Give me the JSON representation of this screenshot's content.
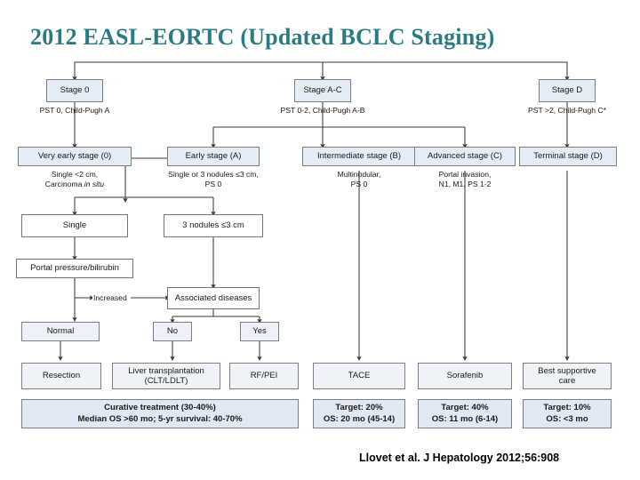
{
  "title": "2012 EASL-EORTC (Updated BCLC Staging)",
  "citation": "Llovet et al. J Hepatology 2012;56:908",
  "colors": {
    "title": "#2c7b84",
    "node_fill": "#eef2f8",
    "stage_fill": "#e4ecf6",
    "outcome_fill": "#dfe8f3",
    "border": "#7b7f88",
    "connector": "#3a3a3a"
  },
  "stage_row": [
    {
      "label": "Stage 0",
      "caption": "PST 0, Child-Pugh A"
    },
    {
      "label": "Stage A-C",
      "caption": "PST 0-2, Child-Pugh A-B"
    },
    {
      "label": "Stage D",
      "caption": "PST >2, Child-Pugh C*"
    }
  ],
  "bclc_row": [
    {
      "label": "Very early stage (0)",
      "caption_l1": "Single <2 cm,",
      "caption_l2": "Carcinoma in situ"
    },
    {
      "label": "Early stage (A)",
      "caption_l1": "Single or 3 nodules ≤3 cm,",
      "caption_l2": "PS 0"
    },
    {
      "label": "Intermediate stage (B)",
      "caption_l1": "Multinodular,",
      "caption_l2": "PS 0"
    },
    {
      "label": "Advanced stage (C)",
      "caption_l1": "Portal invasion,",
      "caption_l2": "N1, M1, PS 1-2"
    },
    {
      "label": "Terminal stage (D)",
      "caption_l1": "",
      "caption_l2": ""
    }
  ],
  "decision_nodes": {
    "single": "Single",
    "three_nodules": "3 nodules ≤3 cm",
    "portal_pressure": "Portal pressure/bilirubin",
    "associated_diseases": "Associated diseases",
    "increased_label": "Increased",
    "normal": "Normal",
    "no": "No",
    "yes": "Yes"
  },
  "treatments": [
    {
      "l1": "Resection",
      "l2": ""
    },
    {
      "l1": "Liver transplantation",
      "l2": "(CLT/LDLT)"
    },
    {
      "l1": "RF/PEI",
      "l2": ""
    },
    {
      "l1": "TACE",
      "l2": ""
    },
    {
      "l1": "Sorafenib",
      "l2": ""
    },
    {
      "l1": "Best supportive",
      "l2": "care"
    }
  ],
  "outcomes": [
    {
      "l1": "Curative treatment (30-40%)",
      "l2": "Median OS >60 mo; 5-yr survival: 40-70%"
    },
    {
      "l1": "Target: 20%",
      "l2": "OS: 20 mo (45-14)"
    },
    {
      "l1": "Target: 40%",
      "l2": "OS: 11 mo (6-14)"
    },
    {
      "l1": "Target: 10%",
      "l2": "OS: <3 mo"
    }
  ]
}
